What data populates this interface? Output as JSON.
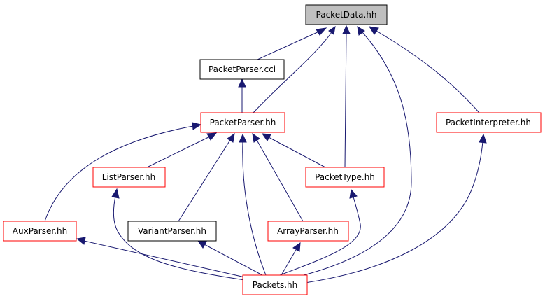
{
  "colors": {
    "edge": "#191970",
    "root_fill": "#bfbfbf",
    "black_border": "#000000",
    "red_border": "#ff0000",
    "node_fill": "#ffffff"
  },
  "nodes": {
    "packet_data": {
      "label": "PacketData.hh",
      "style": "root"
    },
    "packet_parser_cci": {
      "label": "PacketParser.cci",
      "style": "black"
    },
    "packet_parser_hh": {
      "label": "PacketParser.hh",
      "style": "red"
    },
    "packet_interpreter": {
      "label": "PacketInterpreter.hh",
      "style": "red"
    },
    "list_parser": {
      "label": "ListParser.hh",
      "style": "red"
    },
    "packet_type": {
      "label": "PacketType.hh",
      "style": "red"
    },
    "aux_parser": {
      "label": "AuxParser.hh",
      "style": "red"
    },
    "variant_parser": {
      "label": "VariantParser.hh",
      "style": "black"
    },
    "array_parser": {
      "label": "ArrayParser.hh",
      "style": "red"
    },
    "packets": {
      "label": "Packets.hh",
      "style": "red"
    }
  },
  "edges": [
    {
      "from": "packet_parser_cci",
      "to": "packet_data"
    },
    {
      "from": "packet_parser_hh",
      "to": "packet_data"
    },
    {
      "from": "packet_type",
      "to": "packet_data"
    },
    {
      "from": "packets",
      "to": "packet_data"
    },
    {
      "from": "packet_interpreter",
      "to": "packet_data"
    },
    {
      "from": "packet_parser_hh",
      "to": "packet_parser_cci"
    },
    {
      "from": "aux_parser",
      "to": "packet_parser_hh"
    },
    {
      "from": "list_parser",
      "to": "packet_parser_hh"
    },
    {
      "from": "variant_parser",
      "to": "packet_parser_hh"
    },
    {
      "from": "packets",
      "to": "packet_parser_hh"
    },
    {
      "from": "array_parser",
      "to": "packet_parser_hh"
    },
    {
      "from": "packet_type",
      "to": "packet_parser_hh"
    },
    {
      "from": "packets",
      "to": "list_parser"
    },
    {
      "from": "packets",
      "to": "packet_type"
    },
    {
      "from": "packets",
      "to": "aux_parser"
    },
    {
      "from": "packets",
      "to": "variant_parser"
    },
    {
      "from": "packets",
      "to": "array_parser"
    },
    {
      "from": "packets",
      "to": "packet_interpreter"
    }
  ]
}
